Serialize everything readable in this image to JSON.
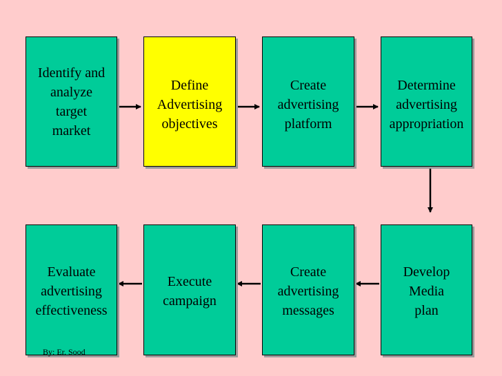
{
  "colors": {
    "background": "#ffcccc",
    "box_green": "#00cc99",
    "box_highlight": "#ffff00",
    "arrow": "#000000"
  },
  "steps": [
    {
      "id": "identify",
      "lines": [
        "Identify and",
        "analyze",
        "target",
        "market"
      ]
    },
    {
      "id": "define",
      "lines": [
        "Define",
        "Advertising",
        "objectives"
      ],
      "highlighted": true
    },
    {
      "id": "platform",
      "lines": [
        "Create",
        "advertising",
        "platform"
      ]
    },
    {
      "id": "appropriation",
      "lines": [
        "Determine",
        "advertising",
        "appropriation"
      ]
    },
    {
      "id": "media",
      "lines": [
        "Develop",
        "Media",
        "plan"
      ]
    },
    {
      "id": "messages",
      "lines": [
        "Create",
        "advertising",
        "messages"
      ]
    },
    {
      "id": "execute",
      "lines": [
        "Execute",
        "campaign"
      ]
    },
    {
      "id": "evaluate",
      "lines": [
        "Evaluate",
        "advertising",
        "effectiveness"
      ]
    }
  ],
  "credit": "By: Er. Sood"
}
